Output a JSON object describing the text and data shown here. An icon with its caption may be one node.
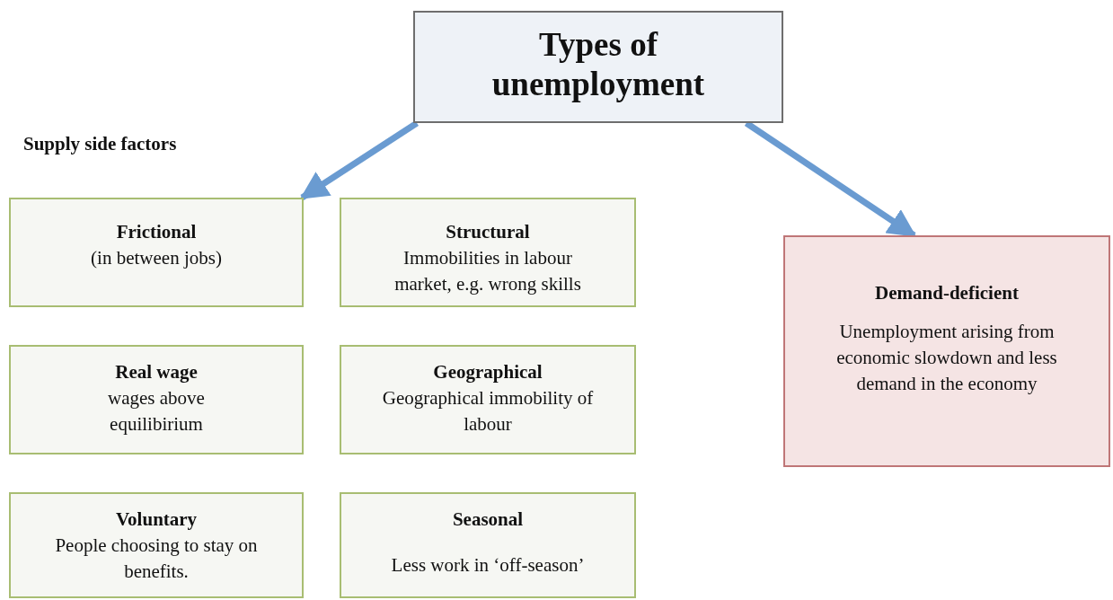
{
  "diagram": {
    "nodes": [
      {
        "text": [
          "Types of unemployment"
        ]
      },
      {
        "text": [
          "Frictional",
          "(in between jobs)"
        ]
      },
      {
        "text": [
          "Structural",
          "Immobilities in labour market, e.g. wrong skills"
        ]
      },
      {
        "text": [
          "Real wage",
          "wages above equilibirium"
        ]
      },
      {
        "text": [
          "Geographical",
          "Geographical immobility of labour"
        ]
      },
      {
        "text": [
          "Voluntary",
          "People choosing to stay on benefits."
        ]
      },
      {
        "text": [
          "Seasonal",
          "Less work in ‘off-season’"
        ]
      },
      {
        "text": [
          "Demand-deficient",
          "Unemployment arising from economic slowdown and less demand in the economy"
        ]
      }
    ],
    "edges": [
      {
        "from": 0,
        "to": 1,
        "arrow": "to"
      },
      {
        "from": 0,
        "to": 7,
        "arrow": "to"
      }
    ],
    "labels": [
      "Supply side factors"
    ]
  }
}
